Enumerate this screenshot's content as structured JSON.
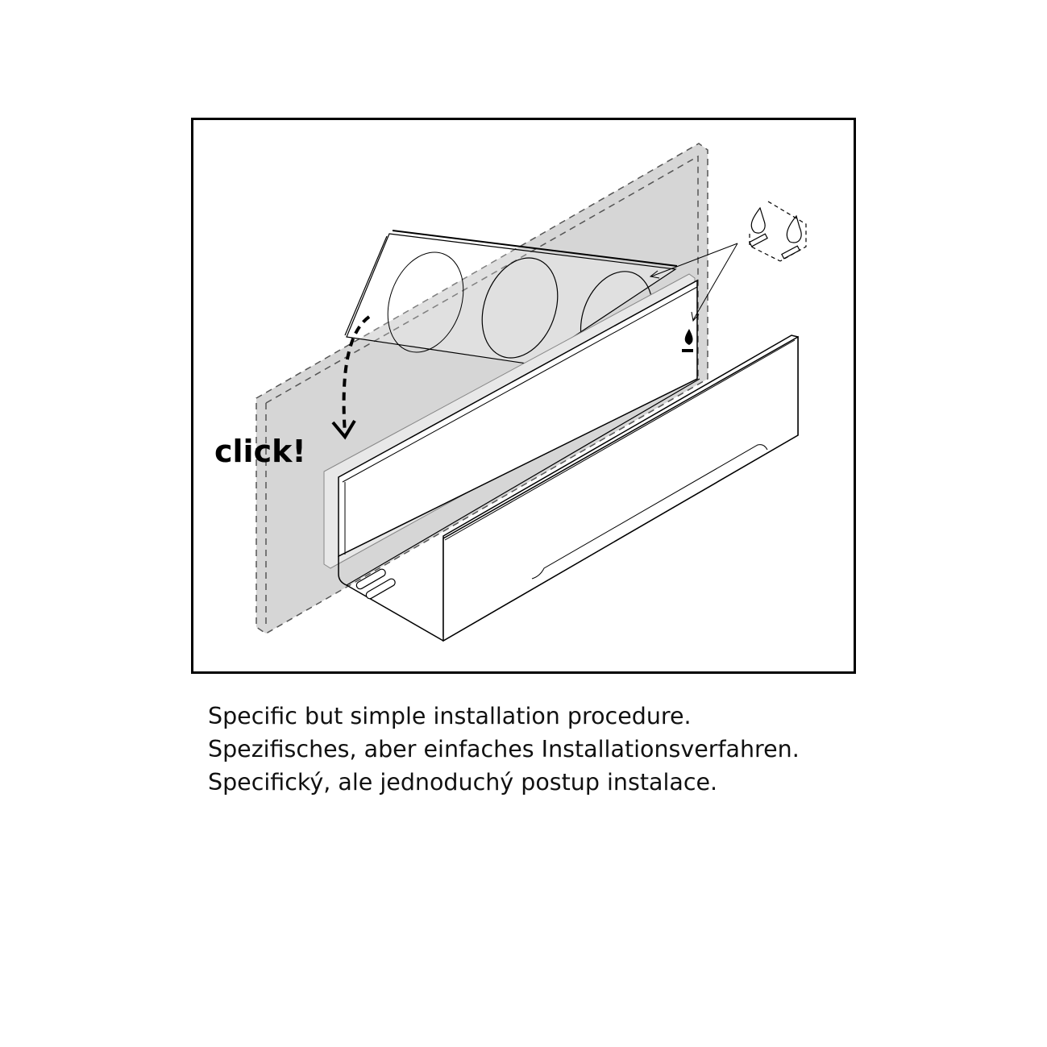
{
  "illustration": {
    "callout": "click!",
    "colors": {
      "wall": "#d6d6d6",
      "line": "#000000",
      "background": "#ffffff"
    }
  },
  "caption": {
    "lines": [
      "Specific but simple installation procedure.",
      "Spezifisches, aber einfaches Installationsverfahren.",
      "Specifický, ale jednoduchý postup instalace."
    ]
  }
}
